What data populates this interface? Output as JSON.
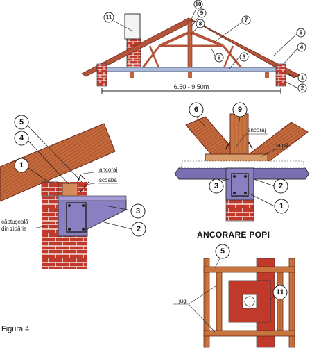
{
  "figure": {
    "caption": "Figura 4",
    "dimension_label": "6.50 - 9.50m",
    "detail_title": "ANCORARE POPI",
    "callouts": {
      "c1": "1",
      "c2": "2",
      "c3": "3",
      "c4": "4",
      "c5": "5",
      "c6": "6",
      "c7": "7",
      "c8": "8",
      "c9": "9",
      "c10": "10",
      "c11": "11"
    },
    "eave_labels": {
      "ancoraj": "ancoraj",
      "scoaba": "scoabă",
      "captuseala_1": "căptuşeală",
      "captuseala_2": "din zidărie"
    },
    "post_labels": {
      "ancoraj": "ancoraj",
      "talpa": "talpă"
    },
    "chimney_labels": {
      "jug": "jug"
    },
    "colors": {
      "timber": "#b5533a",
      "timber_light": "#d9894f",
      "brick": "#c0392b",
      "mortar": "#ffffff",
      "beam": "#7b6fb3",
      "beam_light": "#a59ad6",
      "concrete": "#8a7fc0",
      "line": "#222222"
    }
  }
}
